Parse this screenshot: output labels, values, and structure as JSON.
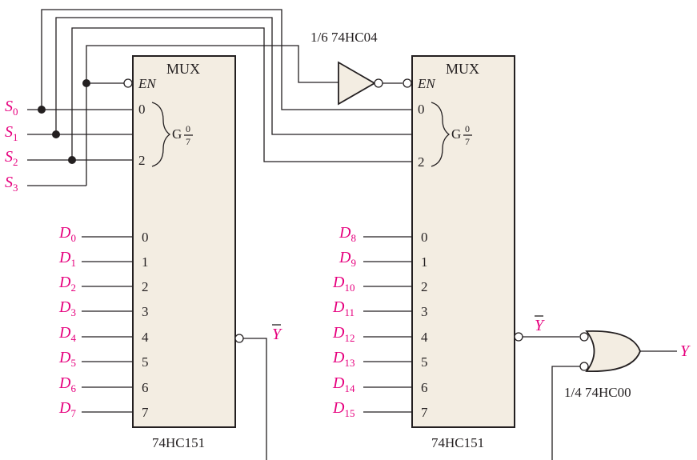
{
  "mux_left": {
    "title": "MUX",
    "enable": "EN",
    "select_pins": [
      "0",
      "2"
    ],
    "group_letter": "G",
    "group_num": "0",
    "group_den": "7",
    "data_pins": [
      "0",
      "1",
      "2",
      "3",
      "4",
      "5",
      "6",
      "7"
    ],
    "part": "74HC151"
  },
  "mux_right": {
    "title": "MUX",
    "enable": "EN",
    "select_pins": [
      "0",
      "2"
    ],
    "group_letter": "G",
    "group_num": "0",
    "group_den": "7",
    "data_pins": [
      "0",
      "1",
      "2",
      "3",
      "4",
      "5",
      "6",
      "7"
    ],
    "part": "74HC151"
  },
  "inverter_label": "1/6 74HC04",
  "nand_label": "1/4 74HC00",
  "select_inputs": [
    {
      "base": "S",
      "sub": "0"
    },
    {
      "base": "S",
      "sub": "1"
    },
    {
      "base": "S",
      "sub": "2"
    },
    {
      "base": "S",
      "sub": "3"
    }
  ],
  "data_inputs_left": [
    {
      "base": "D",
      "sub": "0"
    },
    {
      "base": "D",
      "sub": "1"
    },
    {
      "base": "D",
      "sub": "2"
    },
    {
      "base": "D",
      "sub": "3"
    },
    {
      "base": "D",
      "sub": "4"
    },
    {
      "base": "D",
      "sub": "5"
    },
    {
      "base": "D",
      "sub": "6"
    },
    {
      "base": "D",
      "sub": "7"
    }
  ],
  "data_inputs_right": [
    {
      "base": "D",
      "sub": "8"
    },
    {
      "base": "D",
      "sub": "9"
    },
    {
      "base": "D",
      "sub": "10"
    },
    {
      "base": "D",
      "sub": "11"
    },
    {
      "base": "D",
      "sub": "12"
    },
    {
      "base": "D",
      "sub": "13"
    },
    {
      "base": "D",
      "sub": "14"
    },
    {
      "base": "D",
      "sub": "15"
    }
  ],
  "output_bar_left": "Y",
  "output_bar_right": "Y",
  "final_output": "Y",
  "colors": {
    "box_fill": "#f3ede2",
    "signal_text": "#e6007e",
    "line": "#231f20"
  }
}
